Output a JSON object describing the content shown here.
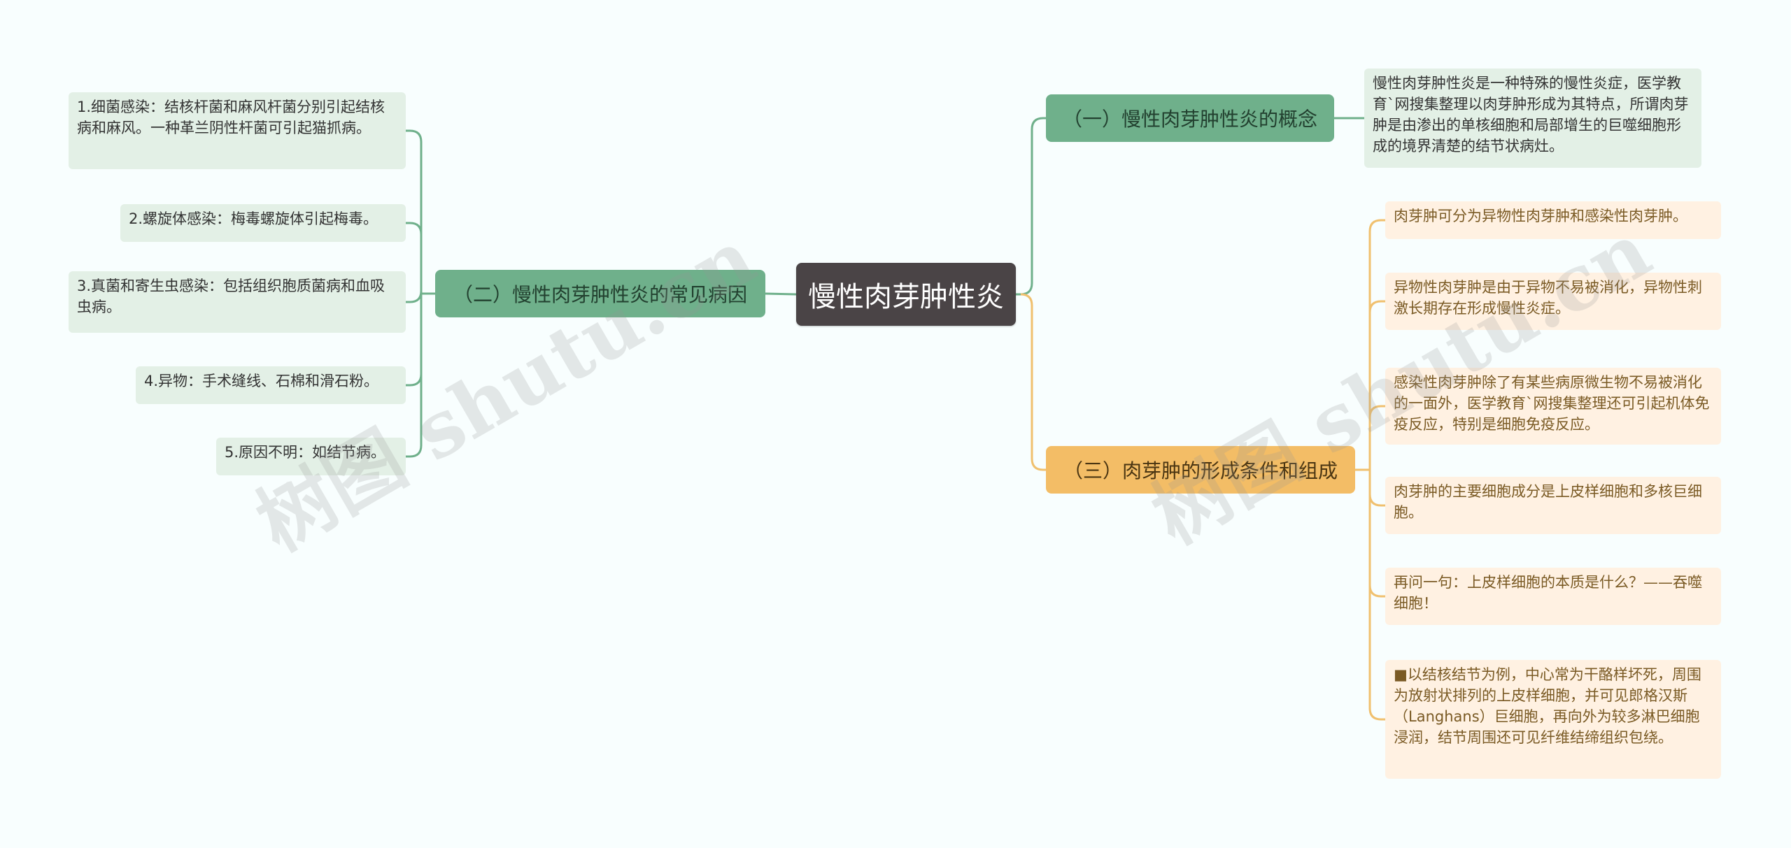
{
  "root": {
    "label": "慢性肉芽肿性炎"
  },
  "branches": {
    "concept": {
      "label": "（一）慢性肉芽肿性炎的概念",
      "children": [
        "慢性肉芽肿性炎是一种特殊的慢性炎症，医学教育`网搜集整理以肉芽肿形成为其特点，所谓肉芽肿是由渗出的单核细胞和局部增生的巨噬细胞形成的境界清楚的结节状病灶。"
      ]
    },
    "causes": {
      "label": "（二）慢性肉芽肿性炎的常见病因",
      "children": [
        "1.细菌感染：结核杆菌和麻风杆菌分别引起结核病和麻风。一种革兰阴性杆菌可引起猫抓病。",
        "2.螺旋体感染：梅毒螺旋体引起梅毒。",
        "3.真菌和寄生虫感染：包括组织胞质菌病和血吸虫病。",
        "4.异物：手术缝线、石棉和滑石粉。",
        "5.原因不明：如结节病。"
      ]
    },
    "formation": {
      "label": "（三）肉芽肿的形成条件和组成",
      "children": [
        "肉芽肿可分为异物性肉芽肿和感染性肉芽肿。",
        "异物性肉芽肿是由于异物不易被消化，异物性刺激长期存在形成慢性炎症。",
        "感染性肉芽肿除了有某些病原微生物不易被消化的一面外，医学教育`网搜集整理还可引起机体免疫反应，特别是细胞免疫反应。",
        "肉芽肿的主要细胞成分是上皮样细胞和多核巨细胞。",
        "再问一句：上皮样细胞的本质是什么？——吞噬细胞！",
        "■以结核结节为例，中心常为干酪样坏死，周围为放射状排列的上皮样细胞，并可见郎格汉斯（Langhans）巨细胞，再向外为较多淋巴细胞浸润，结节周围还可见纤维结缔组织包绕。"
      ]
    }
  },
  "watermarks": [
    "树图 shutu.cn",
    "树图 shutu.cn"
  ],
  "colors": {
    "background": "#f8fefe",
    "root": "#4a4446",
    "green_branch": "#6fb08b",
    "green_line": "#6fb08b",
    "green_leaf": "#e3f0e6",
    "orange_branch": "#f3bd66",
    "orange_line": "#f0c06e",
    "orange_leaf": "#fff1e2"
  }
}
